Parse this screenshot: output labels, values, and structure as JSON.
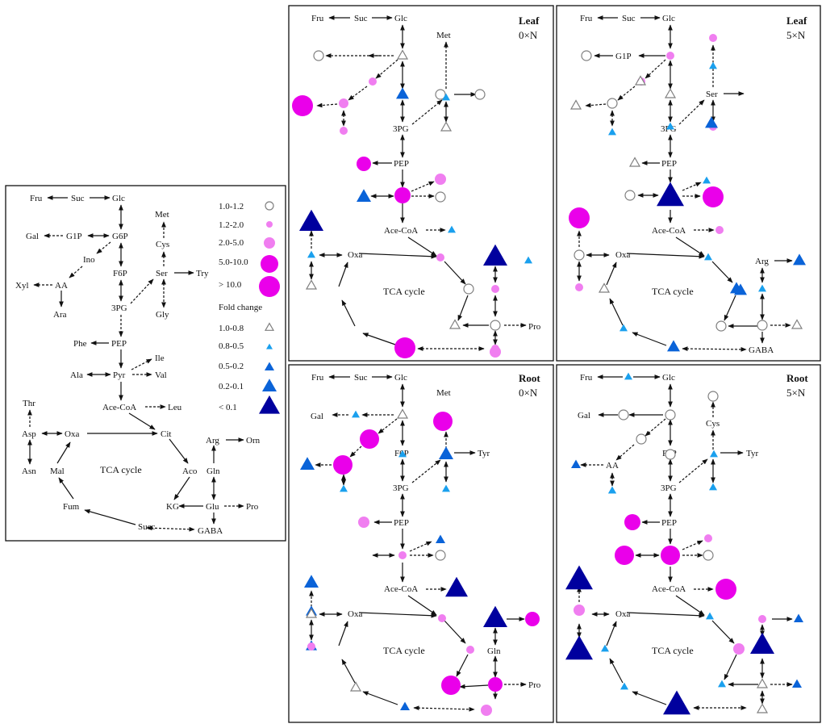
{
  "colors": {
    "ring": "#7f7f7f",
    "light_pink": "#f07ef0",
    "magenta": "#ea00ea",
    "light_blue": "#1aa0ee",
    "mid_blue": "#0a63d8",
    "navy": "#00009e",
    "line": "#111111"
  },
  "overview": {
    "metabolites": [
      "Fru",
      "Suc",
      "Glc",
      "Gal",
      "G1P",
      "G6P",
      "Ino",
      "Met",
      "Cys",
      "Xyl",
      "AA",
      "F6P",
      "Ser",
      "Try",
      "Ara",
      "3PG",
      "Gly",
      "Phe",
      "PEP",
      "Ile",
      "Ala",
      "Pyr",
      "Val",
      "Ace-CoA",
      "Leu",
      "Thr",
      "Asp",
      "Oxa",
      "Cit",
      "Arg",
      "Orn",
      "Asn",
      "Mal",
      "Aco",
      "Gln",
      "Fum",
      "KG",
      "Glu",
      "Pro",
      "Succ",
      "GABA"
    ],
    "cycle_label": "TCA cycle"
  },
  "legend": {
    "circles": [
      {
        "label": "1.0-1.2",
        "style": "ring"
      },
      {
        "label": "1.2-2.0",
        "style": "light_pink"
      },
      {
        "label": "2.0-5.0",
        "style": "light_pink"
      },
      {
        "label": "5.0-10.0",
        "style": "magenta"
      },
      {
        "label": "> 10.0",
        "style": "magenta"
      }
    ],
    "fold_change_title": "Fold change",
    "triangles": [
      {
        "label": "1.0-0.8",
        "style": "ring"
      },
      {
        "label": "0.8-0.5",
        "style": "light_blue"
      },
      {
        "label": "0.5-0.2",
        "style": "mid_blue"
      },
      {
        "label": "0.2-0.1",
        "style": "mid_blue"
      },
      {
        "label": "< 0.1",
        "style": "navy"
      }
    ]
  },
  "panels": [
    {
      "id": "leaf0",
      "tissue": "Leaf",
      "treatment": "0×N",
      "labels": [
        "Fru",
        "Suc",
        "Glc",
        "Met",
        "3PG",
        "PEP",
        "Ace-CoA",
        "Oxa",
        "TCA cycle",
        "Pro"
      ],
      "markers": [
        {
          "shape": "circle",
          "style": "ring",
          "size": 6
        },
        {
          "shape": "triangle",
          "style": "ring",
          "size": 6
        },
        {
          "shape": "circle",
          "style": "light_pink",
          "size": 5
        },
        {
          "shape": "circle",
          "style": "light_pink",
          "size": 6
        },
        {
          "shape": "circle",
          "style": "magenta",
          "size": 13
        },
        {
          "shape": "circle",
          "style": "light_pink",
          "size": 5
        },
        {
          "shape": "circle",
          "style": "ring",
          "size": 6
        },
        {
          "shape": "triangle",
          "style": "mid_blue",
          "size": 8
        },
        {
          "shape": "triangle",
          "style": "light_blue",
          "size": 5
        },
        {
          "shape": "circle",
          "style": "ring",
          "size": 6
        },
        {
          "shape": "triangle",
          "style": "ring",
          "size": 6
        },
        {
          "shape": "circle",
          "style": "magenta",
          "size": 9
        },
        {
          "shape": "circle",
          "style": "light_pink",
          "size": 7
        },
        {
          "shape": "triangle",
          "style": "mid_blue",
          "size": 9
        },
        {
          "shape": "circle",
          "style": "magenta",
          "size": 10
        },
        {
          "shape": "circle",
          "style": "ring",
          "size": 6
        },
        {
          "shape": "triangle",
          "style": "light_blue",
          "size": 5
        },
        {
          "shape": "triangle",
          "style": "navy",
          "size": 15
        },
        {
          "shape": "triangle",
          "style": "light_blue",
          "size": 5
        },
        {
          "shape": "triangle",
          "style": "ring",
          "size": 6
        },
        {
          "shape": "circle",
          "style": "light_pink",
          "size": 5
        },
        {
          "shape": "circle",
          "style": "ring",
          "size": 6
        },
        {
          "shape": "triangle",
          "style": "ring",
          "size": 6
        },
        {
          "shape": "circle",
          "style": "light_pink",
          "size": 5
        },
        {
          "shape": "circle",
          "style": "light_pink",
          "size": 5
        },
        {
          "shape": "circle",
          "style": "magenta",
          "size": 13
        },
        {
          "shape": "triangle",
          "style": "navy",
          "size": 15
        },
        {
          "shape": "triangle",
          "style": "light_blue",
          "size": 5
        },
        {
          "shape": "circle",
          "style": "light_pink",
          "size": 5
        },
        {
          "shape": "circle",
          "style": "ring",
          "size": 6
        },
        {
          "shape": "circle",
          "style": "light_pink",
          "size": 7
        }
      ]
    },
    {
      "id": "leaf5",
      "tissue": "Leaf",
      "treatment": "5×N",
      "labels": [
        "Fru",
        "Suc",
        "Glc",
        "G1P",
        "Ser",
        "3PG",
        "PEP",
        "Ace-CoA",
        "Oxa",
        "TCA cycle",
        "Arg",
        "GABA"
      ],
      "markers": [
        {
          "shape": "circle",
          "style": "ring",
          "size": 6
        },
        {
          "shape": "circle",
          "style": "light_pink",
          "size": 5
        },
        {
          "shape": "circle",
          "style": "light_pink",
          "size": 5
        },
        {
          "shape": "triangle",
          "style": "light_blue",
          "size": 5
        },
        {
          "shape": "triangle",
          "style": "ring",
          "size": 6
        },
        {
          "shape": "triangle",
          "style": "ring",
          "size": 6
        },
        {
          "shape": "circle",
          "style": "ring",
          "size": 6
        },
        {
          "shape": "triangle",
          "style": "ring",
          "size": 6
        },
        {
          "shape": "triangle",
          "style": "light_blue",
          "size": 5
        },
        {
          "shape": "circle",
          "style": "light_pink",
          "size": 5
        },
        {
          "shape": "circle",
          "style": "light_pink",
          "size": 5
        },
        {
          "shape": "triangle",
          "style": "ring",
          "size": 6
        },
        {
          "shape": "circle",
          "style": "ring",
          "size": 6
        },
        {
          "shape": "triangle",
          "style": "navy",
          "size": 17
        },
        {
          "shape": "circle",
          "style": "magenta",
          "size": 13
        },
        {
          "shape": "triangle",
          "style": "light_blue",
          "size": 5
        },
        {
          "shape": "circle",
          "style": "light_pink",
          "size": 5
        },
        {
          "shape": "circle",
          "style": "magenta",
          "size": 13
        },
        {
          "shape": "circle",
          "style": "ring",
          "size": 6
        },
        {
          "shape": "circle",
          "style": "light_pink",
          "size": 5
        },
        {
          "shape": "triangle",
          "style": "light_blue",
          "size": 5
        },
        {
          "shape": "triangle",
          "style": "mid_blue",
          "size": 8
        },
        {
          "shape": "triangle",
          "style": "light_blue",
          "size": 5
        },
        {
          "shape": "triangle",
          "style": "ring",
          "size": 6
        },
        {
          "shape": "circle",
          "style": "ring",
          "size": 6
        },
        {
          "shape": "triangle",
          "style": "mid_blue",
          "size": 8
        },
        {
          "shape": "triangle",
          "style": "light_blue",
          "size": 5
        },
        {
          "shape": "triangle",
          "style": "mid_blue",
          "size": 8
        },
        {
          "shape": "triangle",
          "style": "mid_blue",
          "size": 8
        },
        {
          "shape": "circle",
          "style": "ring",
          "size": 6
        },
        {
          "shape": "triangle",
          "style": "ring",
          "size": 6
        },
        {
          "shape": "triangle",
          "style": "light_blue",
          "size": 5
        },
        {
          "shape": "triangle",
          "style": "mid_blue",
          "size": 8
        }
      ]
    },
    {
      "id": "root0",
      "tissue": "Root",
      "treatment": "0×N",
      "labels": [
        "Fru",
        "Suc",
        "Glc",
        "Met",
        "Gal",
        "F6P",
        "Tyr",
        "3PG",
        "PEP",
        "Ace-CoA",
        "Oxa",
        "TCA cycle",
        "Gln",
        "Pro"
      ],
      "markers": [
        {
          "shape": "triangle",
          "style": "light_blue",
          "size": 5
        },
        {
          "shape": "triangle",
          "style": "ring",
          "size": 6
        },
        {
          "shape": "circle",
          "style": "magenta",
          "size": 12
        },
        {
          "shape": "circle",
          "style": "magenta",
          "size": 12
        },
        {
          "shape": "circle",
          "style": "magenta",
          "size": 12
        },
        {
          "shape": "triangle",
          "style": "mid_blue",
          "size": 9
        },
        {
          "shape": "triangle",
          "style": "light_blue",
          "size": 5
        },
        {
          "shape": "triangle",
          "style": "mid_blue",
          "size": 9
        },
        {
          "shape": "triangle",
          "style": "light_blue",
          "size": 5
        },
        {
          "shape": "triangle",
          "style": "mid_blue",
          "size": 6
        },
        {
          "shape": "circle",
          "style": "light_pink",
          "size": 7
        },
        {
          "shape": "circle",
          "style": "light_pink",
          "size": 5
        },
        {
          "shape": "triangle",
          "style": "mid_blue",
          "size": 7
        },
        {
          "shape": "circle",
          "style": "ring",
          "size": 6
        },
        {
          "shape": "triangle",
          "style": "light_blue",
          "size": 5
        },
        {
          "shape": "triangle",
          "style": "navy",
          "size": 14
        },
        {
          "shape": "triangle",
          "style": "mid_blue",
          "size": 9
        },
        {
          "shape": "triangle",
          "style": "mid_blue",
          "size": 7
        },
        {
          "shape": "triangle",
          "style": "ring",
          "size": 6
        },
        {
          "shape": "circle",
          "style": "light_pink",
          "size": 5
        },
        {
          "shape": "circle",
          "style": "light_pink",
          "size": 5
        },
        {
          "shape": "triangle",
          "style": "ring",
          "size": 6
        },
        {
          "shape": "circle",
          "style": "light_pink",
          "size": 5
        },
        {
          "shape": "triangle",
          "style": "mid_blue",
          "size": 6
        },
        {
          "shape": "circle",
          "style": "magenta",
          "size": 12
        },
        {
          "shape": "circle",
          "style": "magenta",
          "size": 9
        },
        {
          "shape": "triangle",
          "style": "navy",
          "size": 15
        },
        {
          "shape": "circle",
          "style": "magenta",
          "size": 9
        },
        {
          "shape": "circle",
          "style": "light_pink",
          "size": 7
        }
      ]
    },
    {
      "id": "root5",
      "tissue": "Root",
      "treatment": "5×N",
      "labels": [
        "Fru",
        "Glc",
        "Gal",
        "Cys",
        "F6P",
        "Tyr",
        "AA",
        "3PG",
        "PEP",
        "Ace-CoA",
        "Oxa",
        "TCA cycle"
      ],
      "markers": [
        {
          "shape": "triangle",
          "style": "light_blue",
          "size": 5
        },
        {
          "shape": "circle",
          "style": "ring",
          "size": 6
        },
        {
          "shape": "circle",
          "style": "ring",
          "size": 6
        },
        {
          "shape": "circle",
          "style": "ring",
          "size": 6
        },
        {
          "shape": "circle",
          "style": "ring",
          "size": 6
        },
        {
          "shape": "circle",
          "style": "ring",
          "size": 6
        },
        {
          "shape": "triangle",
          "style": "light_blue",
          "size": 5
        },
        {
          "shape": "triangle",
          "style": "light_blue",
          "size": 5
        },
        {
          "shape": "triangle",
          "style": "light_blue",
          "size": 5
        },
        {
          "shape": "triangle",
          "style": "mid_blue",
          "size": 6
        },
        {
          "shape": "triangle",
          "style": "light_blue",
          "size": 5
        },
        {
          "shape": "circle",
          "style": "magenta",
          "size": 10
        },
        {
          "shape": "circle",
          "style": "magenta",
          "size": 12
        },
        {
          "shape": "circle",
          "style": "magenta",
          "size": 12
        },
        {
          "shape": "circle",
          "style": "light_pink",
          "size": 5
        },
        {
          "shape": "circle",
          "style": "ring",
          "size": 6
        },
        {
          "shape": "circle",
          "style": "magenta",
          "size": 13
        },
        {
          "shape": "circle",
          "style": "light_pink",
          "size": 7
        },
        {
          "shape": "triangle",
          "style": "navy",
          "size": 17
        },
        {
          "shape": "triangle",
          "style": "light_blue",
          "size": 5
        },
        {
          "shape": "triangle",
          "style": "light_blue",
          "size": 5
        },
        {
          "shape": "triangle",
          "style": "navy",
          "size": 17
        },
        {
          "shape": "triangle",
          "style": "light_blue",
          "size": 5
        },
        {
          "shape": "circle",
          "style": "light_pink",
          "size": 5
        },
        {
          "shape": "triangle",
          "style": "mid_blue",
          "size": 6
        },
        {
          "shape": "triangle",
          "style": "navy",
          "size": 15
        },
        {
          "shape": "circle",
          "style": "light_pink",
          "size": 7
        },
        {
          "shape": "triangle",
          "style": "light_blue",
          "size": 5
        },
        {
          "shape": "triangle",
          "style": "ring",
          "size": 6
        },
        {
          "shape": "triangle",
          "style": "mid_blue",
          "size": 6
        },
        {
          "shape": "triangle",
          "style": "ring",
          "size": 6
        },
        {
          "shape": "triangle",
          "style": "light_blue",
          "size": 5
        },
        {
          "shape": "triangle",
          "style": "navy",
          "size": 17
        }
      ]
    }
  ]
}
